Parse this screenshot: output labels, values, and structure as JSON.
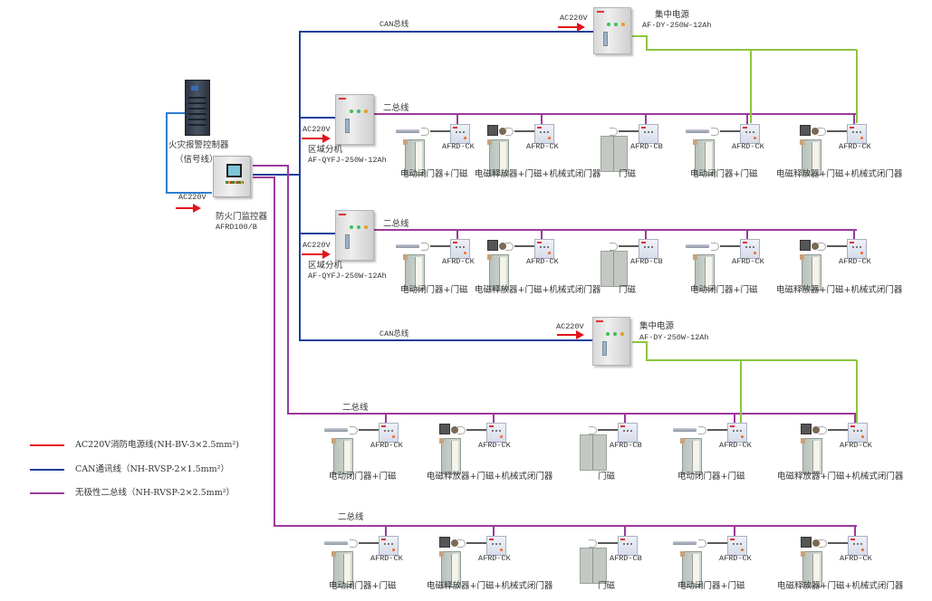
{
  "colors": {
    "ac_power": "#e2141c",
    "can_bus": "#1f3f9a",
    "two_bus": "#9b3a9b",
    "power_supply_link": "#8cc63f",
    "signal": "#2f7fd0"
  },
  "fire_alarm_controller": {
    "label": "火灾报警控制器",
    "sublabel": "（信号线）"
  },
  "monitor": {
    "label": "防火门监控器",
    "model": "AFRD100/B",
    "power": "AC220V"
  },
  "central_power_top": {
    "label": "集中电源",
    "model": "AF-DY-250W-12Ah",
    "power": "AC220V",
    "bus_label": "CAN总线"
  },
  "central_power_mid": {
    "label": "集中电源",
    "model": "AF-DY-250W-12Ah",
    "power": "AC220V",
    "bus_label": "CAN总线"
  },
  "zone_units": [
    {
      "label": "区域分机",
      "model": "AF-QYFJ-250W-12Ah",
      "power": "AC220V",
      "bus_label": "二总线"
    },
    {
      "label": "区域分机",
      "model": "AF-QYFJ-250W-12Ah",
      "power": "AC220V",
      "bus_label": "二总线"
    }
  ],
  "direct_buses": [
    {
      "bus_label": "二总线"
    },
    {
      "bus_label": "二总线"
    }
  ],
  "device_groups": [
    {
      "module": "AFRD-CK",
      "caption": "电动闭门器+门磁"
    },
    {
      "module": "AFRD-CK",
      "caption": "电磁释放器+门磁+机械式闭门器"
    },
    {
      "module": "AFRD-CB",
      "caption": "门磁"
    },
    {
      "module": "AFRD-CK",
      "caption": "电动闭门器+门磁"
    },
    {
      "module": "AFRD-CK",
      "caption": "电磁释放器+门磁+机械式闭门器"
    }
  ],
  "legend": [
    {
      "label": "AC220V消防电源线(NH-BV-3×2.5mm²)",
      "color": "#e2141c"
    },
    {
      "label": "CAN通讯线（NH-RVSP-2×1.5mm²）",
      "color": "#1f3f9a"
    },
    {
      "label": "无极性二总线（NH-RVSP-2×2.5mm²）",
      "color": "#9b3a9b"
    }
  ]
}
